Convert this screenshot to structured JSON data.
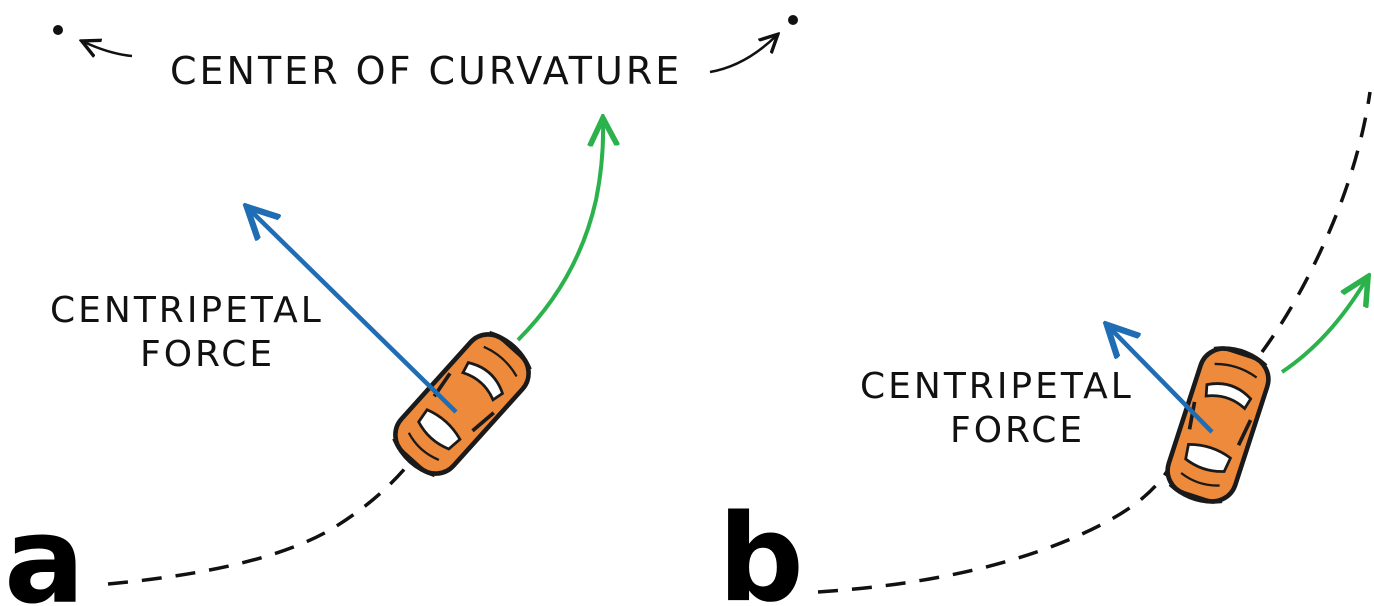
{
  "labels": {
    "center_of_curvature": "CENTER OF CURVATURE",
    "panel_a_force_line1": "CENTRIPETAL",
    "panel_a_force_line2": "FORCE",
    "panel_b_force_line1": "CENTRIPETAL",
    "panel_b_force_line2": "FORCE",
    "panel_a_letter": "a",
    "panel_b_letter": "b"
  },
  "colors": {
    "centripetal_arrow": "#1f6db5",
    "path_arrow": "#2bb24c",
    "car_body": "#ee8a3c",
    "car_outline": "#1a1a1a",
    "dashed_path": "#111111"
  },
  "icons": [
    "car-icon",
    "center-point-icon"
  ]
}
